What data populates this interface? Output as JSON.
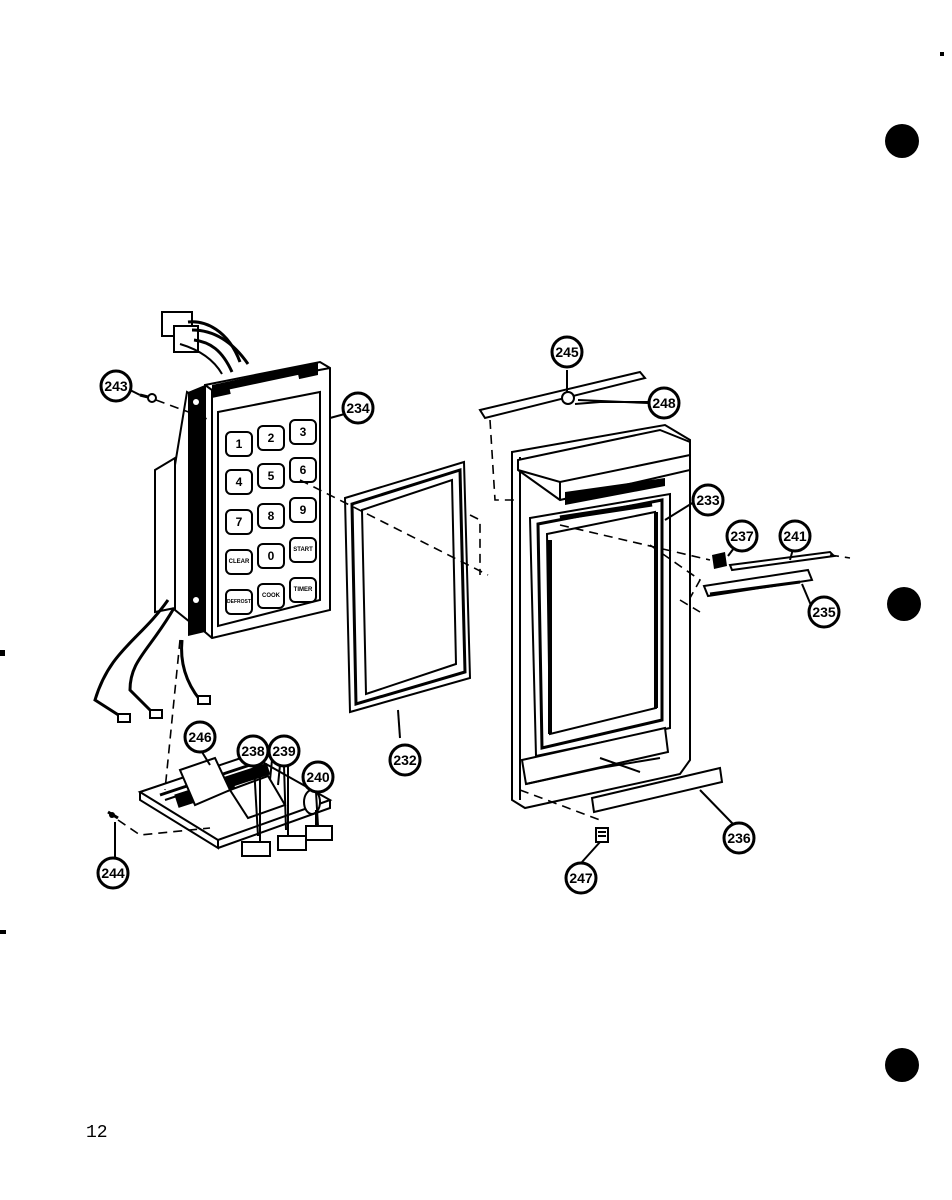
{
  "page_number": "12",
  "callouts": {
    "c232": "232",
    "c233": "233",
    "c234": "234",
    "c235": "235",
    "c236": "236",
    "c237": "237",
    "c238": "238",
    "c239": "239",
    "c240": "240",
    "c241": "241",
    "c243": "243",
    "c244": "244",
    "c245": "245",
    "c246": "246",
    "c247": "247",
    "c248": "248"
  },
  "keypad": {
    "k1": "1",
    "k2": "2",
    "k3": "3",
    "k4": "4",
    "k5": "5",
    "k6": "6",
    "k7": "7",
    "k8": "8",
    "k9": "9",
    "k0": "0",
    "clear": "CLEAR",
    "start": "START",
    "defrost": "DEFROST",
    "cook": "COOK",
    "timer": "TIMER"
  }
}
